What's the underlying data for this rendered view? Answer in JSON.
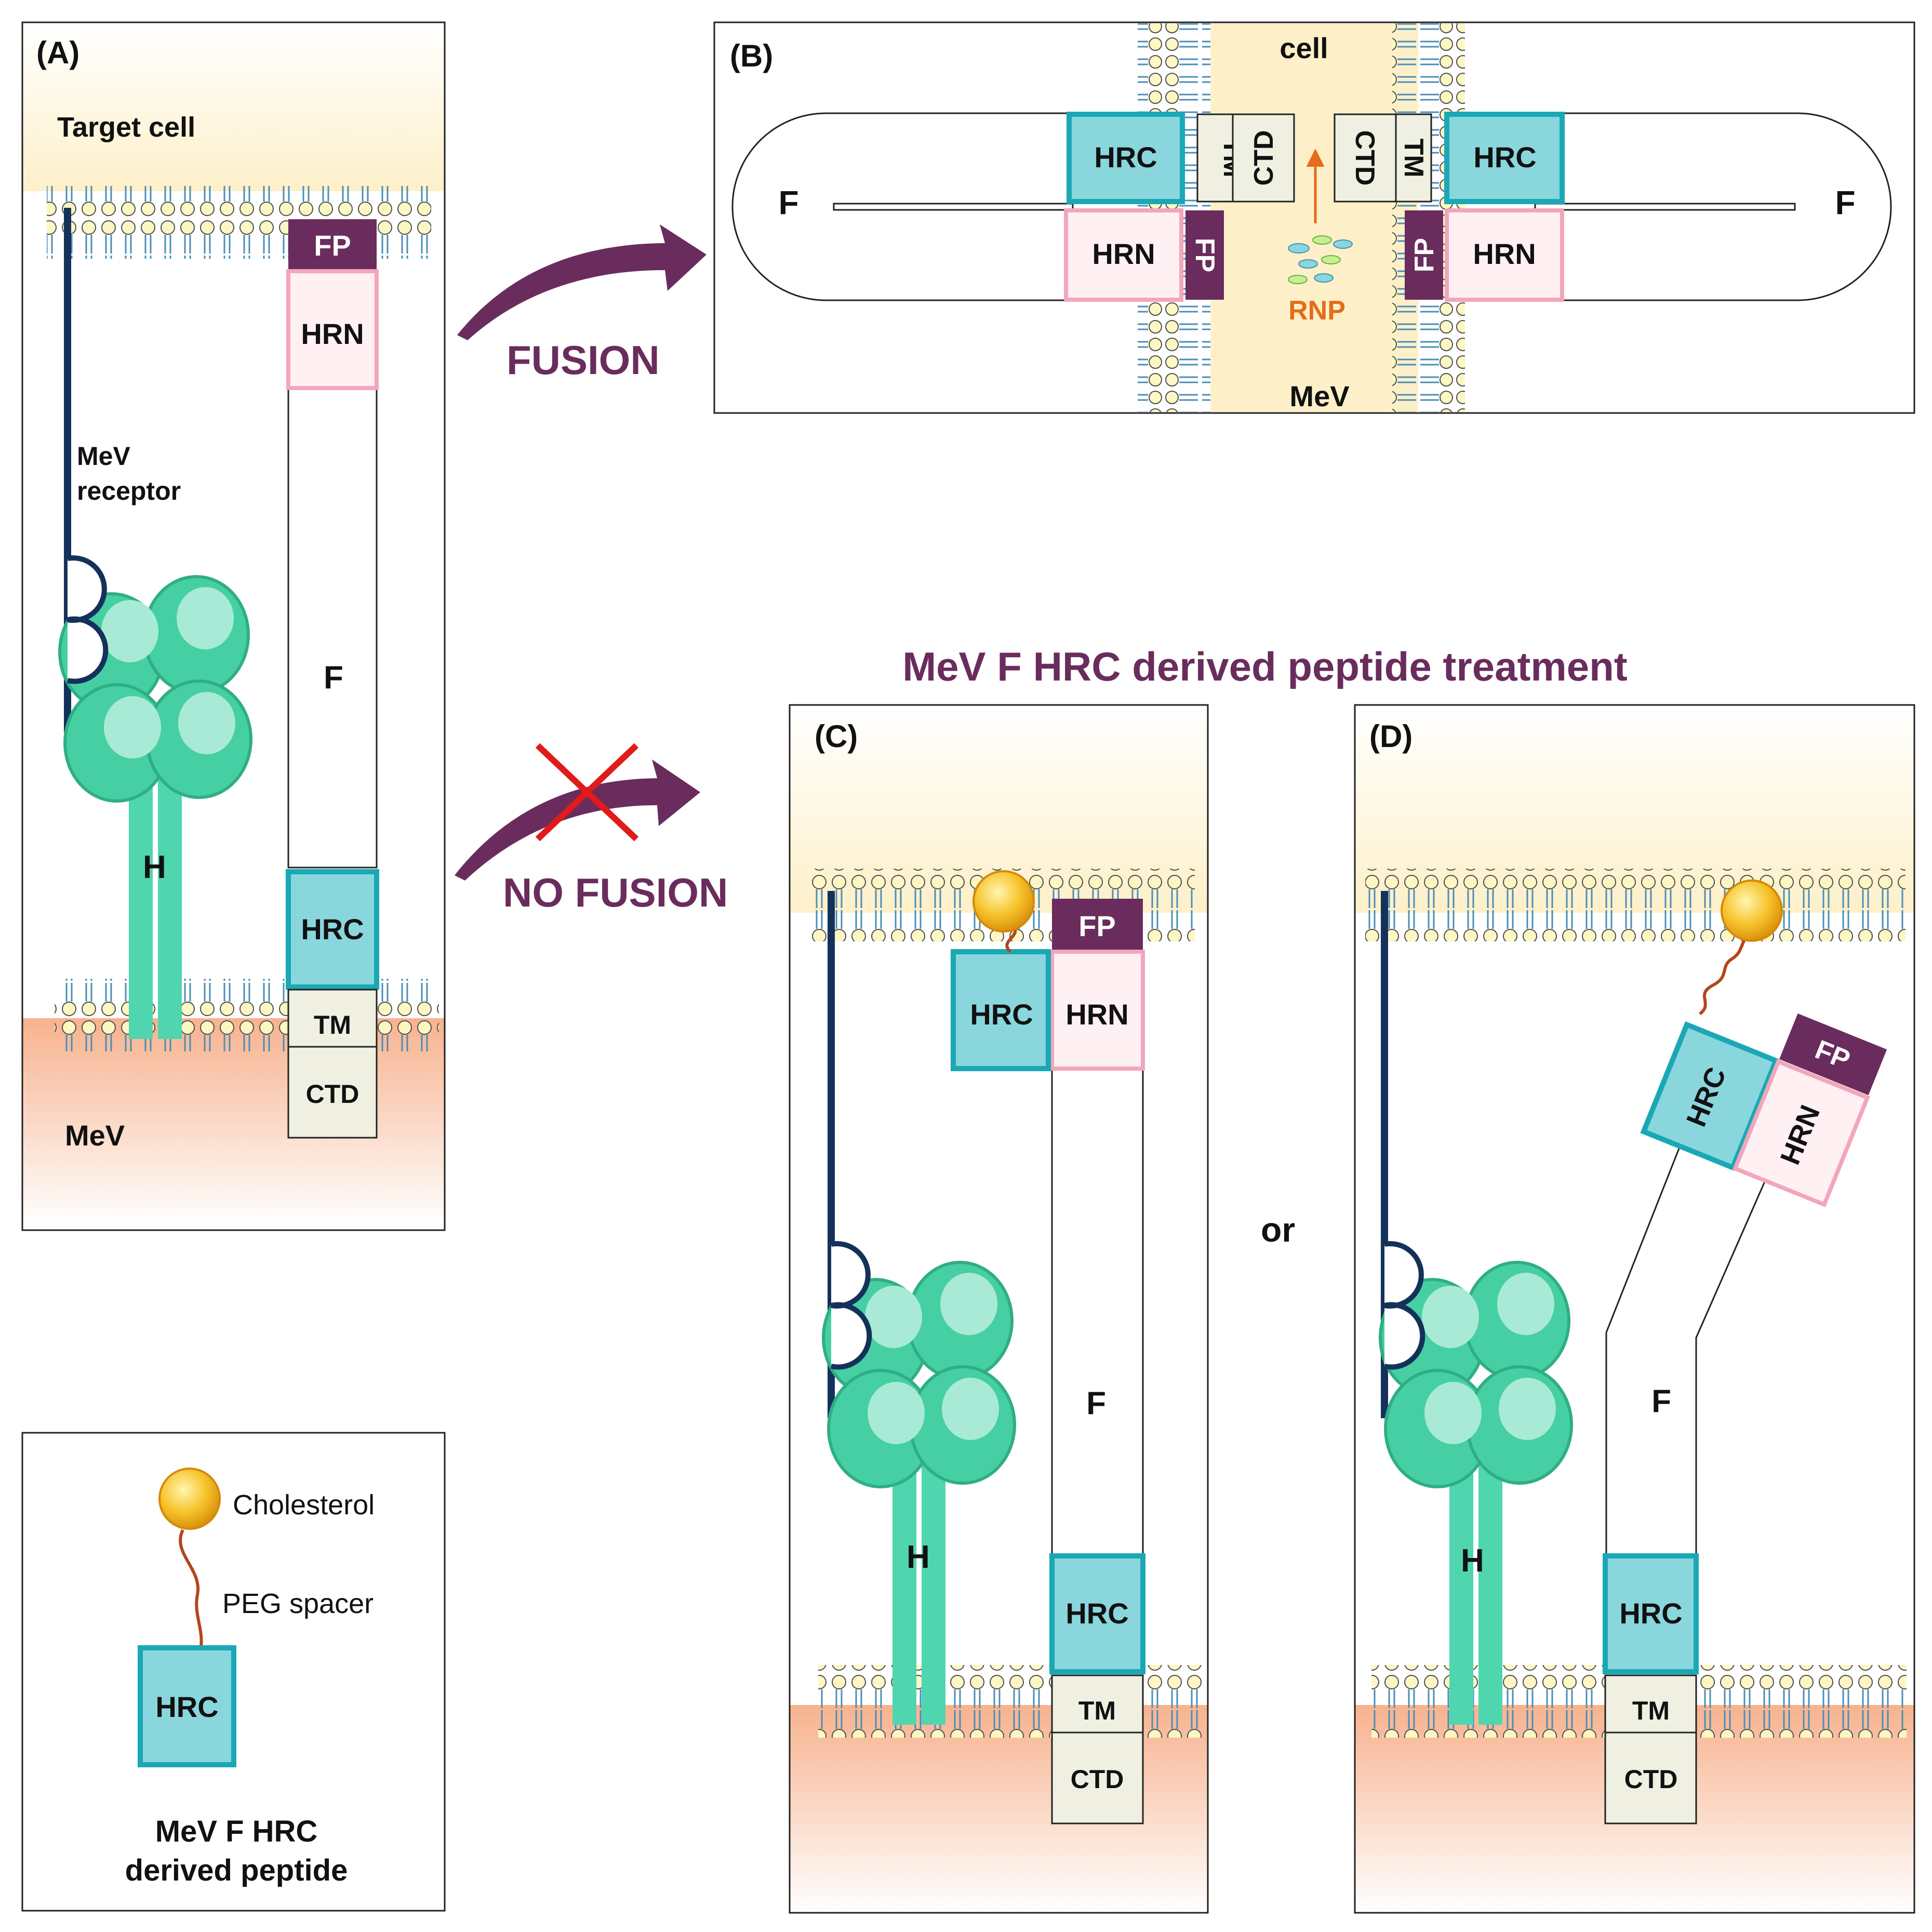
{
  "panels": {
    "A": {
      "label": "(A)",
      "target_cell": "Target cell",
      "mev": "MeV",
      "receptor_line1": "MeV",
      "receptor_line2": "receptor",
      "h": "H",
      "f": "F",
      "fp": "FP",
      "hrn": "HRN",
      "hrc": "HRC",
      "tm": "TM",
      "ctd": "CTD"
    },
    "B": {
      "label": "(B)",
      "cell": "cell",
      "mev": "MeV",
      "f_left": "F",
      "f_right": "F",
      "hrc": "HRC",
      "hrn": "HRN",
      "tm": "TM",
      "ctd": "CTD",
      "fp": "FP",
      "rnp": "RNP"
    },
    "C": {
      "label": "(C)",
      "h": "H",
      "f": "F",
      "fp": "FP",
      "hrn": "HRN",
      "hrc": "HRC",
      "peptide_hrc": "HRC",
      "tm": "TM",
      "ctd": "CTD"
    },
    "D": {
      "label": "(D)",
      "h": "H",
      "f": "F",
      "fp": "FP",
      "hrn": "HRN",
      "hrc": "HRC",
      "peptide_hrc": "HRC",
      "tm": "TM",
      "ctd": "CTD"
    }
  },
  "arrows": {
    "fusion": "FUSION",
    "no_fusion": "NO FUSION"
  },
  "treatment_title": "MeV F HRC derived peptide treatment",
  "or_text": "or",
  "legend": {
    "cholesterol": "Cholesterol",
    "peg_spacer": "PEG spacer",
    "hrc": "HRC",
    "caption_line1": "MeV F HRC",
    "caption_line2": "derived peptide"
  },
  "colors": {
    "hrc_fill": "#8ad6dd",
    "hrc_border": "#1aa8b5",
    "hrn_fill": "#fff0f3",
    "hrn_border": "#f2a6bb",
    "fp_fill": "#6a2c5d",
    "tm_ctd_fill": "#f0f0e2",
    "h_protein": "#4fd6ae",
    "arrow": "#6a2c5d",
    "cross": "#e11a1a",
    "rnp_text": "#e46c1a",
    "cholesterol": "#f5b21a",
    "peg": "#b5451b",
    "receptor": "#14315a"
  }
}
